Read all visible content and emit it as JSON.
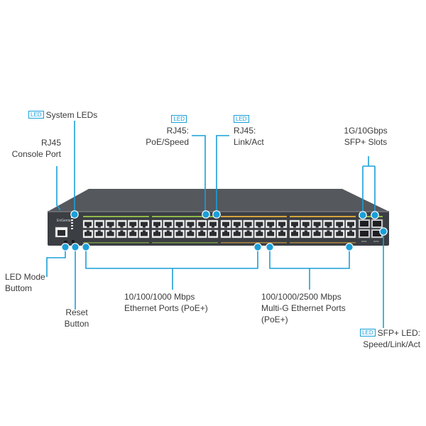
{
  "colors": {
    "callout": "#1a9fd9",
    "chassis": "#3b3e43",
    "chassis_top": "#55585d",
    "port": "#f2f2f2",
    "port_hole": "#2a2c2f",
    "led_green": "#9fd04a",
    "led_amber": "#f0b63a"
  },
  "device": {
    "brand_line1": "EnGenius",
    "gbe_ports": 24,
    "multig_ports": 24,
    "sfp_ports": 4,
    "sfp_labels": [
      "SFP1",
      "SFP2"
    ]
  },
  "callouts": {
    "system_leds": {
      "tag": "LED",
      "text": "System LEDs"
    },
    "rj45_console": {
      "line1": "RJ45",
      "line2": "Console Port"
    },
    "rj45_poe_speed": {
      "tag": "LED",
      "line1": "RJ45:",
      "line2": "PoE/Speed"
    },
    "rj45_link_act": {
      "tag": "LED",
      "line1": "RJ45:",
      "line2": "Link/Act"
    },
    "sfp_slots": {
      "line1": "1G/10Gbps",
      "line2": "SFP+ Slots"
    },
    "led_mode": {
      "line1": "LED Mode",
      "line2": "Buttom"
    },
    "reset": {
      "line1": "Reset",
      "line2": "Button"
    },
    "ethernet_ports": {
      "line1": "10/100/1000 Mbps",
      "line2": "Ethernet Ports (PoE+)"
    },
    "multig_ports": {
      "line1": "100/1000/2500 Mbps",
      "line2": "Multi-G Ethernet Ports",
      "line3": "(PoE+)"
    },
    "sfp_led": {
      "tag": "LED",
      "line1": "SFP+ LED:",
      "line2": "Speed/Link/Act"
    }
  }
}
